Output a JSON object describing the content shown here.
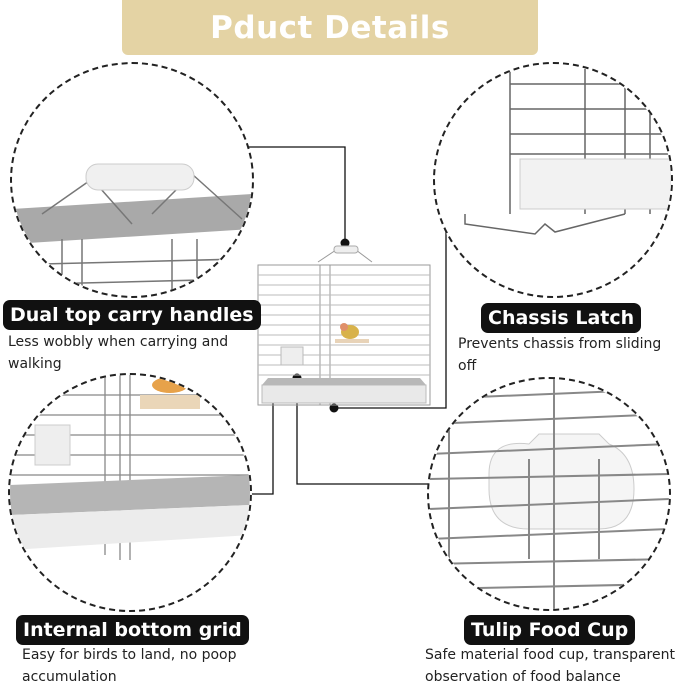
{
  "title": "Pduct Details",
  "colors": {
    "banner": "#e4d3a4",
    "label_bg": "#111111",
    "wire": "#8a8a8a",
    "tray": "#e9e9e9"
  },
  "features": [
    {
      "label": "Dual top carry handles",
      "description": "Less wobbly when carrying and walking",
      "icon": "carry-handle-detail"
    },
    {
      "label": "Chassis Latch",
      "description": "Prevents chassis from sliding off",
      "icon": "chassis-latch-detail"
    },
    {
      "label": "Internal bottom grid",
      "description": "Easy for birds to land, no poop accumulation",
      "icon": "bottom-grid-detail"
    },
    {
      "label": "Tulip Food Cup",
      "description": "Safe material food cup, transparent observation of food balance",
      "icon": "food-cup-detail"
    }
  ],
  "product": {
    "name": "bird-cage",
    "icon": "bird-cage-with-parrot"
  }
}
